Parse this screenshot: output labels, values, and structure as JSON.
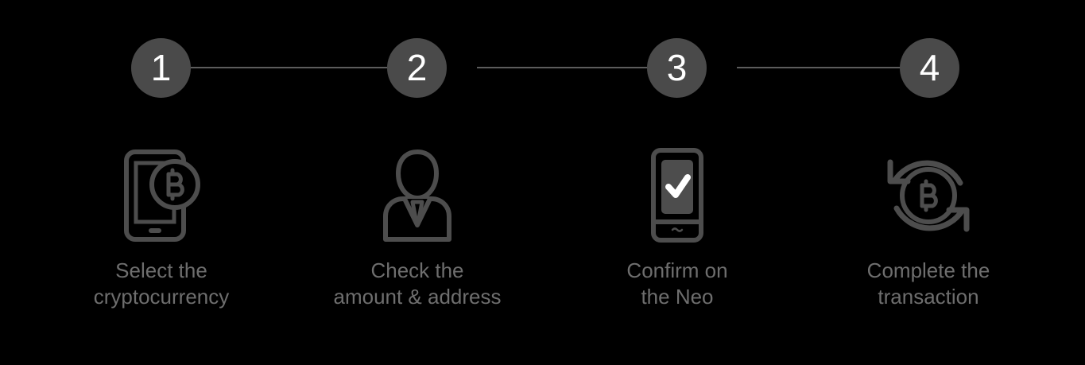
{
  "theme": {
    "background": "#000000",
    "circle_fill": "#4a4a4a",
    "circle_text": "#ffffff",
    "connector": "#5c5c5c",
    "icon_stroke": "#4d4d4d",
    "caption_text": "#6e6e6e"
  },
  "stepper": {
    "steps": [
      {
        "number": "1",
        "icon": "phone-bitcoin-icon"
      },
      {
        "number": "2",
        "icon": "person-suit-icon"
      },
      {
        "number": "3",
        "icon": "device-checkmark-icon"
      },
      {
        "number": "4",
        "icon": "bitcoin-refresh-icon"
      }
    ]
  },
  "columns": [
    {
      "caption": "Select the\ncryptocurrency",
      "icon_name": "phone-bitcoin-icon"
    },
    {
      "caption": "Check the\namount & address",
      "icon_name": "person-suit-icon"
    },
    {
      "caption": "Confirm on\nthe Neo",
      "icon_name": "device-checkmark-icon"
    },
    {
      "caption": "Complete the\ntransaction",
      "icon_name": "bitcoin-refresh-icon"
    }
  ]
}
